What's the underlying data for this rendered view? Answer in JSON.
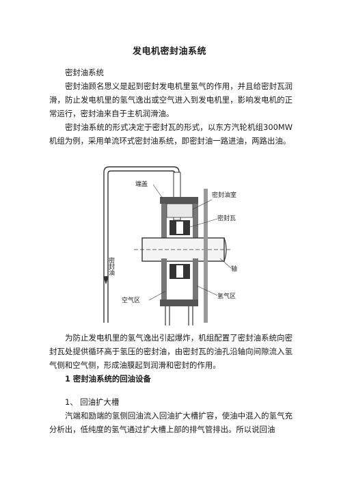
{
  "doc": {
    "title": "发电机密封油系统",
    "section_label": "密封油系统",
    "para1": "密封油顾名思义是起到密封发电机里氢气的作用，并且给密封瓦润滑，防止发电机里的氢气逸出或空气进入到发电机里，影响发电机的正常运行，密封油来自于主机润滑油。",
    "para2": "密封油系统的形式决定于密封瓦的形式，以东方汽轮机组300MW 机组为例，采用单流环式密封油系统，即密封油一路进油，两路出油。",
    "para3": "为防止发电机里的氢气逸出引起爆炸，机组配置了密封油系统向密封瓦处提供循环高于氢压的密封油，由密封瓦的油孔沿轴向间隙流入氢气侧和空气侧，形成油膜起到润滑和密封的作用。",
    "heading1": "1 密封油系统的回油设备",
    "item1": "1、 回油扩大槽",
    "para4": "汽端和励端的氢侧回油流入回油扩大槽扩容，使油中混入的氢气充分析出，低纯度的氢气通过扩大槽上部的排气管排出。所以说回油"
  },
  "figure": {
    "labels": {
      "end_cover": "端盖",
      "seal_oil_chamber": "密封油室",
      "seal_ring": "密封瓦",
      "shaft": "轴",
      "seal_oil": "密封油",
      "air_side": "空气区",
      "hydrogen_side": "氢气区"
    }
  }
}
